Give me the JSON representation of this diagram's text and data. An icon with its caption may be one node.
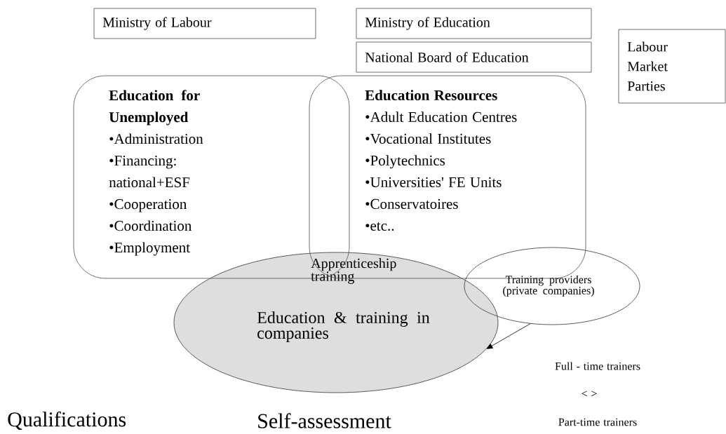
{
  "diagram": {
    "nodes": [
      {
        "text": [
          "Ministry of Labour"
        ]
      },
      {
        "text": [
          "Ministry of Education"
        ]
      },
      {
        "text": [
          "National Board of Education"
        ]
      },
      {
        "text": [
          "Labour Market Parties"
        ]
      },
      {
        "text": [
          "Education for Unemployed",
          "•Administration",
          "•Financing: national+ESF",
          "•Cooperation",
          "•Coordination",
          "•Employment"
        ]
      },
      {
        "text": [
          "Education Resources",
          "•Adult Education Centres",
          "•Vocational Institutes",
          "•Polytechnics",
          "•Universities' FE Units",
          "•Conservatoires",
          "•etc.."
        ]
      },
      {
        "text": [
          "Apprenticeship training",
          "Education & training in companies"
        ]
      },
      {
        "text": [
          "Training providers (private companies)"
        ]
      }
    ],
    "edges": [
      {
        "from": 7,
        "to": 6,
        "arrow": "to"
      }
    ],
    "labels": [
      "Full - time trainers",
      "< >",
      "Part-time trainers",
      "Qualifications",
      "Self-assessment"
    ]
  }
}
